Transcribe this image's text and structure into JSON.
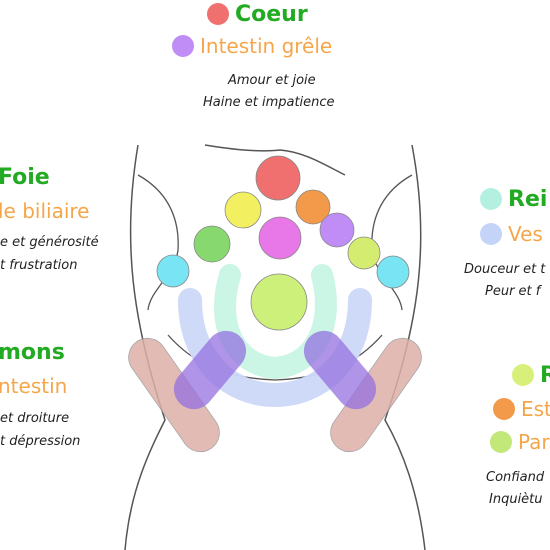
{
  "top": {
    "organ1": "Coeur",
    "organ2": "Intestin grêle",
    "emotion_positive": "Amour et joie",
    "emotion_negative": "Haine et impatience",
    "color1": "#f07070",
    "color2": "#c08cf5"
  },
  "left_upper": {
    "organ1": "Foie",
    "organ2": "le biliaire",
    "emotion_positive": "e et générosité",
    "emotion_negative": "t frustration"
  },
  "left_lower": {
    "organ1": "mons",
    "organ2": "ntestin",
    "emotion_positive": "et droiture",
    "emotion_negative": "t dépression"
  },
  "right_upper": {
    "organ1": "Rei",
    "organ2": "Ves",
    "emotion_positive": "Douceur et t",
    "emotion_negative": "Peur et f",
    "color1": "#b4f0e0",
    "color2": "#c4d4f8"
  },
  "right_lower": {
    "organ1": "R",
    "organ2": "Est",
    "organ3": "Par",
    "emotion_positive": "Confiand",
    "emotion_negative": "Inquiètu",
    "color1": "#d8ef7a",
    "color2": "#f29a4a",
    "color3": "#c2e87a"
  },
  "colors": {
    "title_green": "#22aa22",
    "organ_orange": "#f5a64a",
    "heart_red": "#f07070",
    "small_intestine_purple": "#c08cf5",
    "stomach_orange": "#f29a4a",
    "spleen_yellow": "#f2ef60",
    "liver_green": "#88d870",
    "lung_cyan": "#78e4f4",
    "pancreas_lime": "#d4ec70",
    "pelvis_pink": "#e878e8",
    "center_lime": "#ccf07a",
    "arc_mint": "#c8f4e4",
    "arc_blue": "#ccd8f8",
    "psoas_pink": "#dcb0a8",
    "overlap_purple": "#9470e0"
  }
}
